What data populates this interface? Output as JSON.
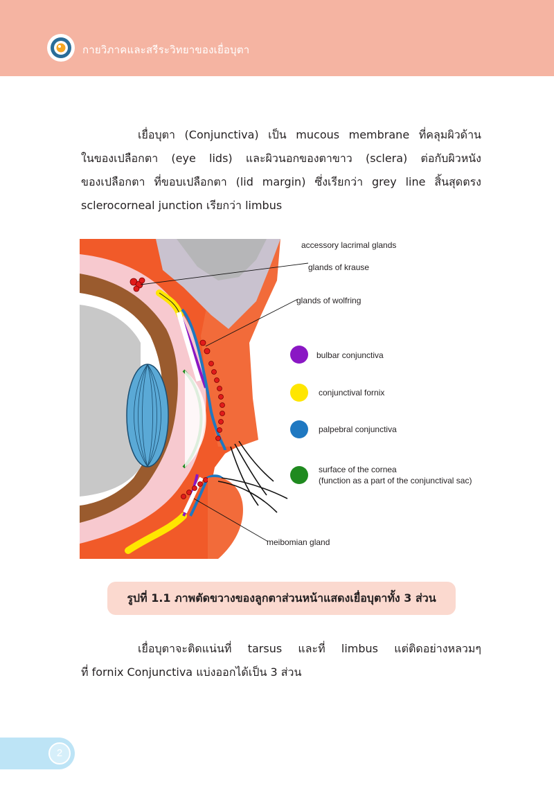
{
  "header": {
    "title": "กายวิภาคและสรีระวิทยาของเยื่อบุตา"
  },
  "paragraph1": {
    "lines": [
      "เยื่อบุตา (Conjunctiva) เป็น mucous membrane ที่คลุมผิวด้าน",
      "ในของเปลือกตา (eye lids) และผิวนอกของตาขาว (sclera) ต่อกับผิวหนัง",
      "ของเปลือกตา ที่ขอบเปลือกตา (lid margin) ซึ่งเรียกว่า grey line สิ้นสุดตรง",
      "sclerocorneal junction เรียกว่า limbus"
    ]
  },
  "figure": {
    "labels": {
      "accessory": "accessory lacrimal glands",
      "krause": "glands of krause",
      "wolfring": "glands of  wolfring",
      "meibomian": "meibomian gland"
    },
    "legend": [
      {
        "color": "#8a17c4",
        "label": "bulbar conjunctiva"
      },
      {
        "color": "#ffe600",
        "label": "conjunctival fornix"
      },
      {
        "color": "#1f78c1",
        "label": "palpebral conjunctiva"
      },
      {
        "color": "#1f8a1f",
        "label": "surface of the cornea",
        "label2": "(function as a part of the conjunctival sac)"
      }
    ]
  },
  "caption": {
    "text": "รูปที่ 1.1 ภาพตัดขวางของลูกตาส่วนหน้าแสดงเยื่อบุตาทั้ง 3 ส่วน"
  },
  "paragraph2": {
    "lines": [
      "เยื่อบุตาจะติดแน่นที่ tarsus และที่ limbus แต่ติดอย่างหลวมๆ",
      "ที่ fornix Conjunctiva แบ่งออกได้เป็น 3 ส่วน"
    ]
  },
  "page": {
    "number": "2"
  },
  "colors": {
    "header": "#f5b4a2",
    "caption_bg": "#fbd9cf",
    "page_tab": "#bde4f6"
  }
}
